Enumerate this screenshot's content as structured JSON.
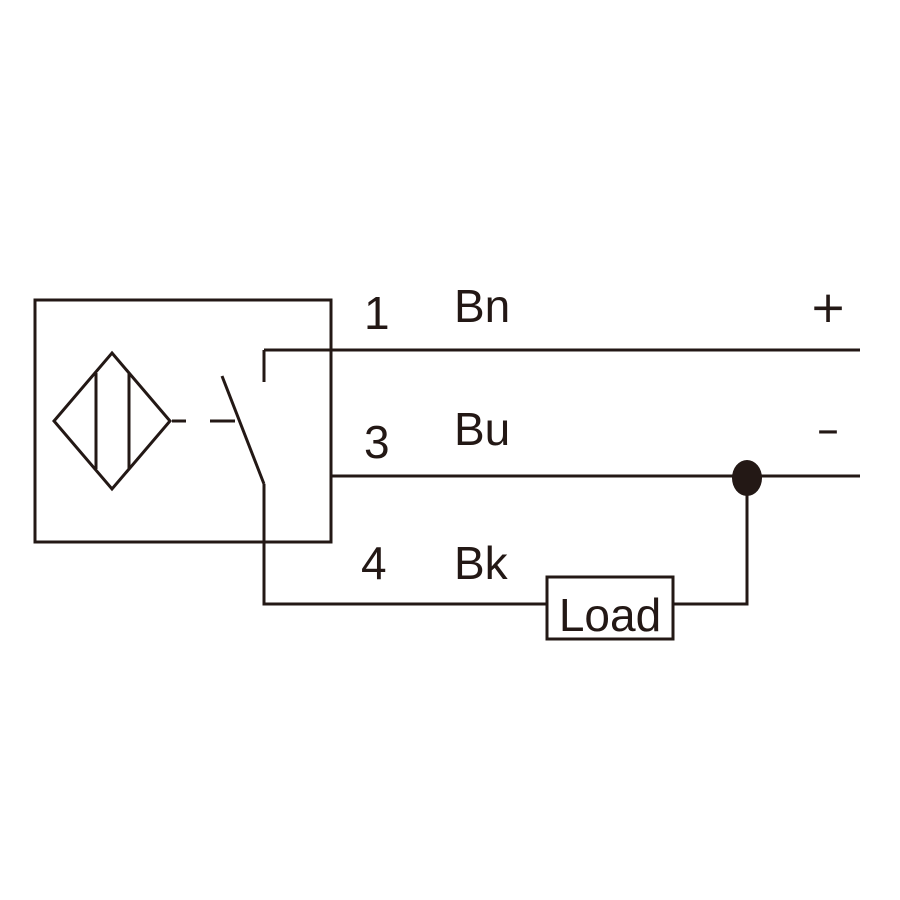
{
  "wires": [
    {
      "pin": "1",
      "color": "Bn",
      "polarity": "+"
    },
    {
      "pin": "3",
      "color": "Bu",
      "polarity": "–"
    },
    {
      "pin": "4",
      "color": "Bk",
      "polarity": ""
    }
  ],
  "load_label": "Load",
  "colors": {
    "line": "#231815",
    "background": "#ffffff"
  }
}
